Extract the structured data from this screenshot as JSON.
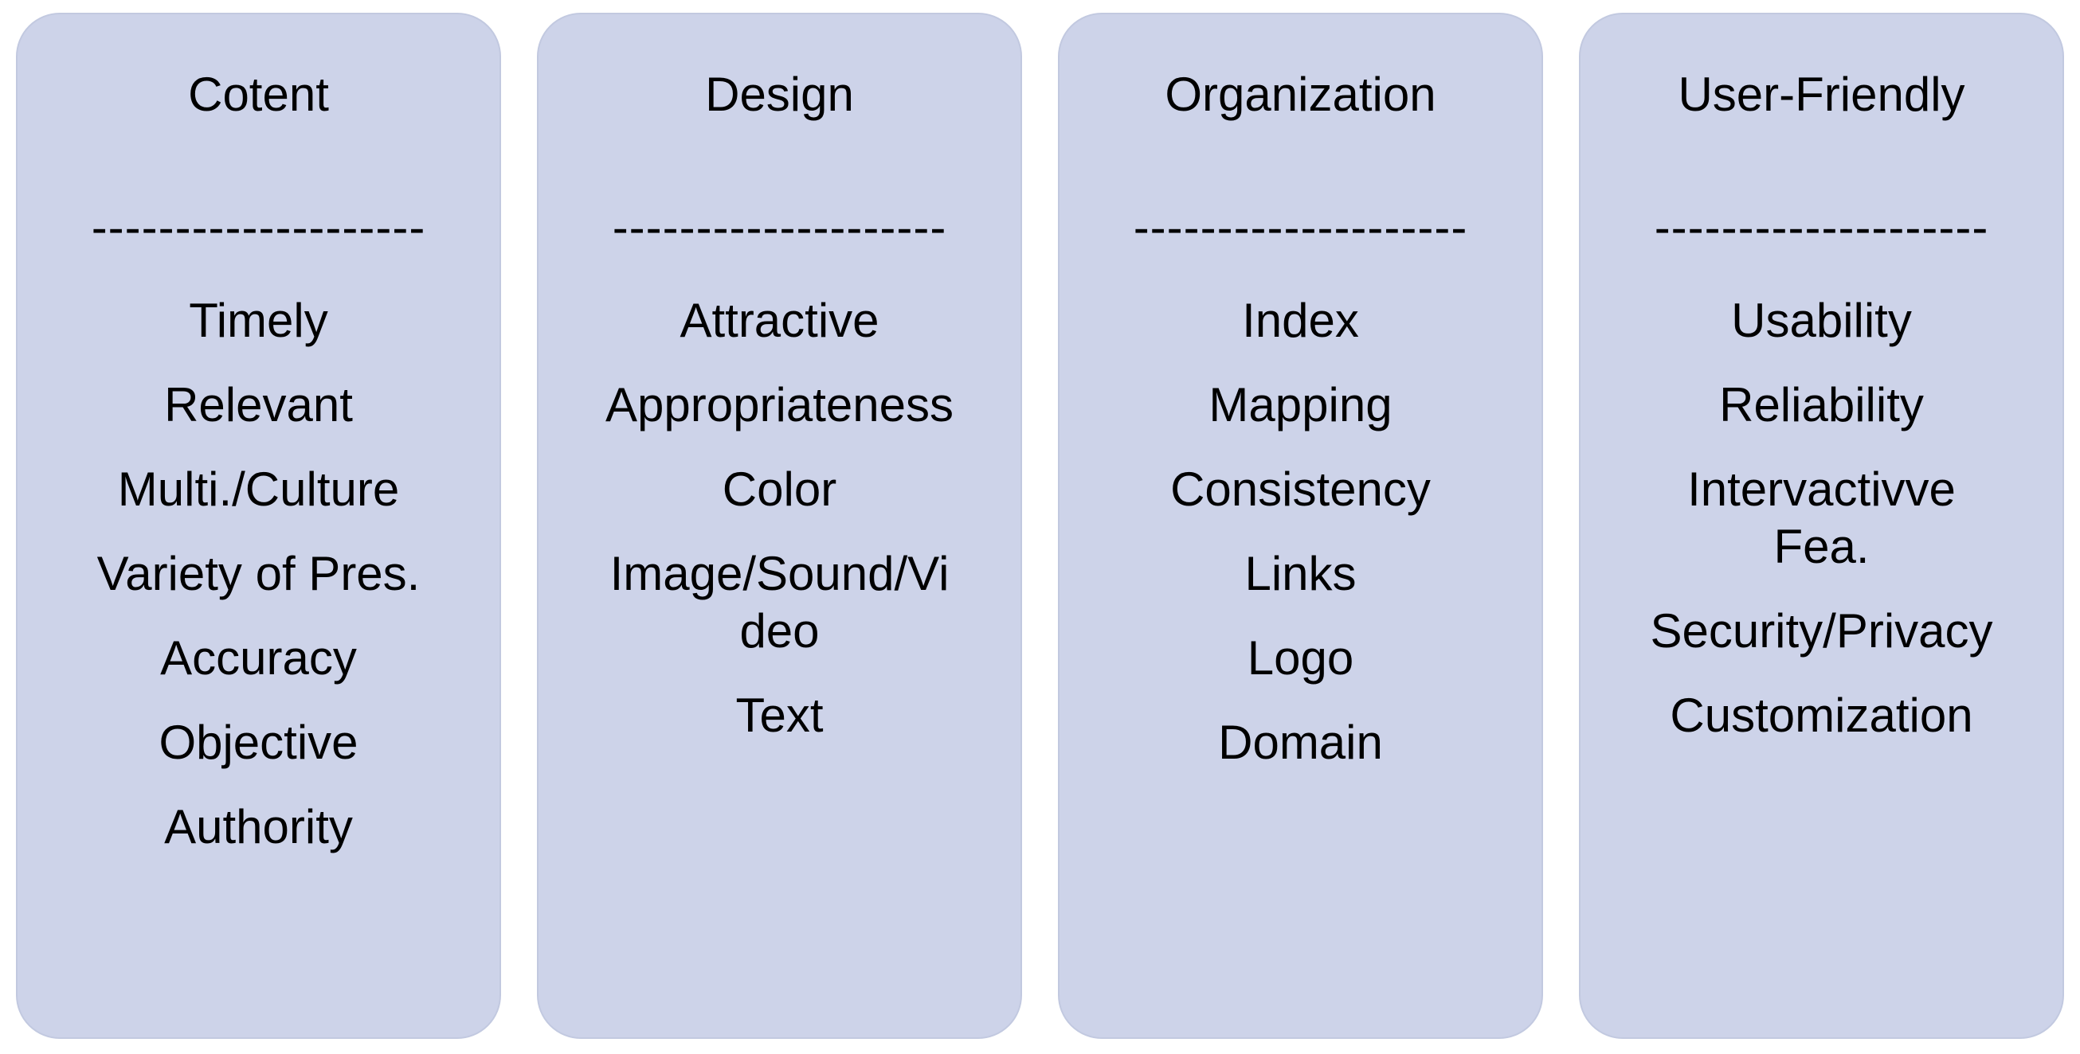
{
  "colors": {
    "card_background": "#cdd3e9",
    "card_edge": "#c2c9e0",
    "text": "#000000",
    "page_background": "#ffffff"
  },
  "cards": [
    {
      "title": "Cotent",
      "separator": "--------------------",
      "items": [
        "Timely",
        "Relevant",
        "Multi./Culture",
        "Variety of Pres.",
        "Accuracy",
        "Objective",
        "Authority"
      ]
    },
    {
      "title": "Design",
      "separator": "--------------------",
      "items": [
        "Attractive",
        "Appropriateness",
        "Color",
        "Image/Sound/Video",
        "Text"
      ]
    },
    {
      "title": "Organization",
      "separator": "--------------------",
      "items": [
        "Index",
        "Mapping",
        "Consistency",
        "Links",
        "Logo",
        "Domain"
      ]
    },
    {
      "title": "User-Friendly",
      "separator": "--------------------",
      "items": [
        "Usability",
        "Reliability",
        "Intervactivve Fea.",
        "Security/Privacy",
        "Customization"
      ]
    }
  ]
}
